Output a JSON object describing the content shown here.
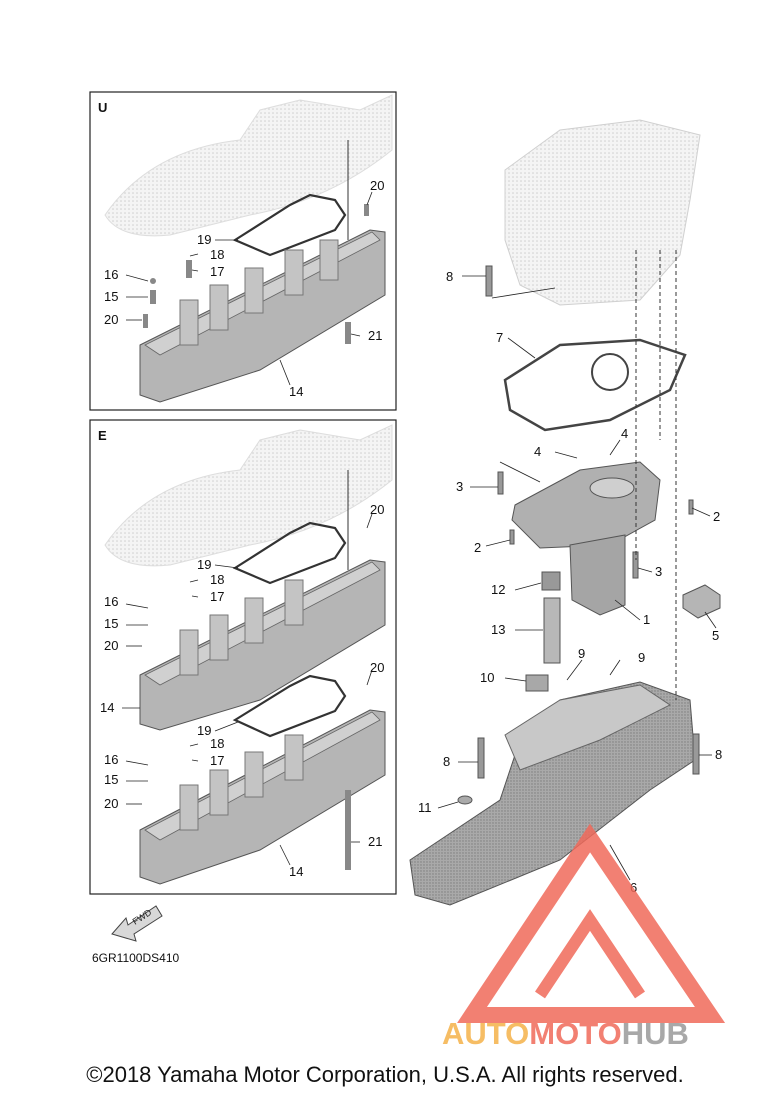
{
  "panel_u": {
    "title": "U"
  },
  "panel_e": {
    "title": "E"
  },
  "callouts": {
    "c1": "1",
    "c2a": "2",
    "c2b": "2",
    "c3a": "3",
    "c3b": "3",
    "c4a": "4",
    "c4b": "4",
    "c5": "5",
    "c6": "6",
    "c7": "7",
    "c8a": "8",
    "c8b": "8",
    "c8c": "8",
    "c9a": "9",
    "c9b": "9",
    "c10": "10",
    "c11": "11",
    "c12": "12",
    "c13": "13",
    "u14": "14",
    "u15": "15",
    "u16": "16",
    "u17": "17",
    "u18": "18",
    "u19": "19",
    "u20a": "20",
    "u20b": "20",
    "u21": "21",
    "e14a": "14",
    "e14b": "14",
    "e15a": "15",
    "e15b": "15",
    "e16a": "16",
    "e16b": "16",
    "e17a": "17",
    "e17b": "17",
    "e18a": "18",
    "e18b": "18",
    "e19a": "19",
    "e19b": "19",
    "e20a": "20",
    "e20b": "20",
    "e20c": "20",
    "e20d": "20",
    "e21": "21"
  },
  "fwd_label": "FWD",
  "diagram_code": "6GR1100DS410",
  "watermark": {
    "part1": "AUTO",
    "part2": "MOTO",
    "part3": "HUB"
  },
  "copyright": "©2018 Yamaha Motor Corporation, U.S.A. All rights reserved.",
  "colors": {
    "part_fill": "#b5b5b5",
    "part_dark": "#8c8c8c",
    "ghost": "#eeeeee",
    "watermark_red": "#f06a5a",
    "watermark_orange": "#f5b24a",
    "watermark_gray": "#9a9a9a"
  }
}
